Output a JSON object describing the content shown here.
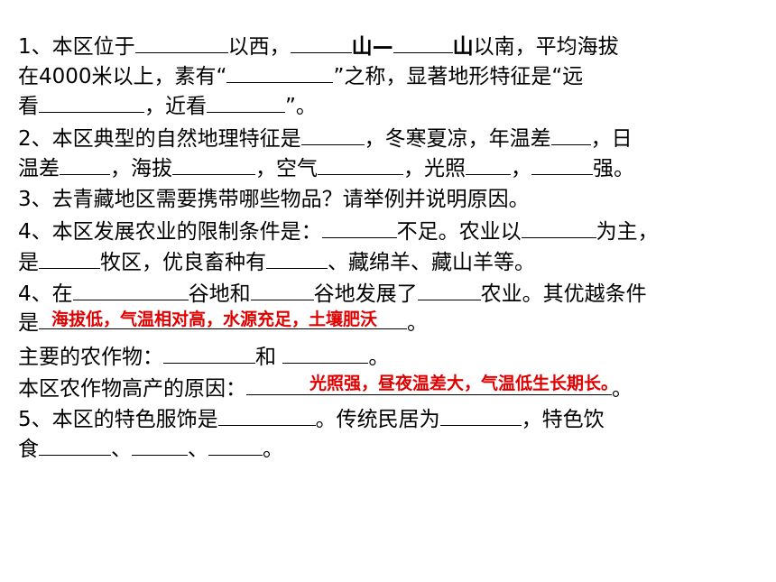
{
  "lines": [
    {
      "a": "1、本区位于",
      "b": "以西，",
      "c": "山",
      "d": "—",
      "e": "山",
      "f": "以南，平均海拔"
    },
    {
      "a": "在4000米以上，素有“",
      "b": "”之称，显著地形特征是“远"
    },
    {
      "a": "看",
      "b": "，近看",
      "c": "”。"
    },
    {
      "a": "2、本区典型的自然地理特征是",
      "b": "，冬寒夏凉，年温差",
      "c": "，日"
    },
    {
      "a": "温差",
      "b": "，海拔",
      "c": "，空气",
      "d": "，光照",
      "e": "，",
      "f": "强。"
    },
    {
      "a": "3、去青藏地区需要携带哪些物品？请举例并说明原因。"
    },
    {
      "a": "4、本区发展农业的限制条件是：",
      "b": "不足。农业以",
      "c": "为主，"
    },
    {
      "a": "是",
      "b": "牧区，优良畜种有",
      "c": "、藏绵羊、藏山羊等。"
    },
    {
      "a": "4、在",
      "b": "谷地和",
      "c": "谷地发展了",
      "d": "农业。其优越条件"
    },
    {
      "a": "是",
      "b": "。"
    },
    {
      "a": "主要的农作物：",
      "b": "和 ",
      "c": "。"
    },
    {
      "a": "本区农作物高产的原因：",
      "b": "。"
    },
    {
      "a": "5、本区的特色服饰是",
      "b": "。传统民居为",
      "c": "，特色饮"
    },
    {
      "a": "食",
      "b": "、",
      "c": "、",
      "d": "。"
    }
  ],
  "answers": {
    "conditions": "海拔低，气温相对高，水源充足，土壤肥沃",
    "high_yield_reason": "光照强，昼夜温差大，气温低生长期长。"
  },
  "colors": {
    "text": "#000000",
    "answer": "#e00000"
  }
}
